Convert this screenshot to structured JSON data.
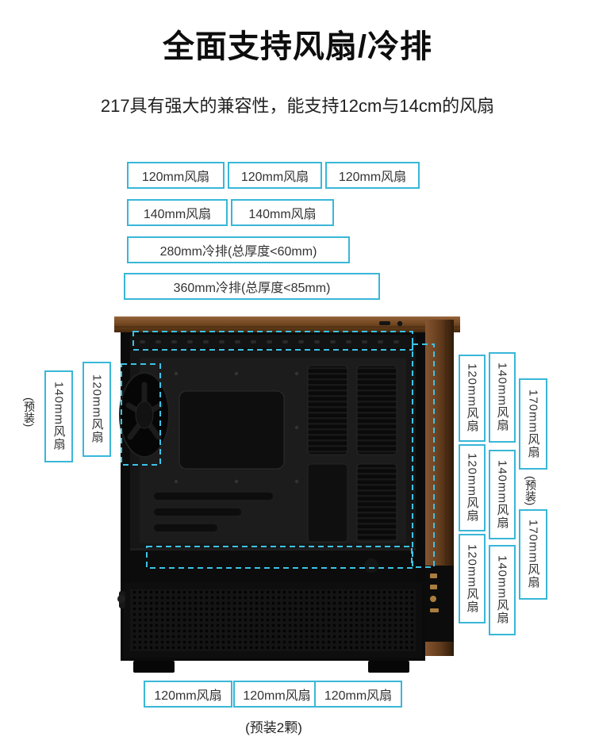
{
  "header": {
    "title": "全面支持风扇/冷排",
    "subtitle": "217具有强大的兼容性，能支持12cm与14cm的风扇"
  },
  "top_area": {
    "row1": [
      "120mm风扇",
      "120mm风扇",
      "120mm风扇"
    ],
    "row2": [
      "140mm风扇",
      "140mm风扇"
    ],
    "row3": "280mm冷排(总厚度<60mm)",
    "row4": "360mm冷排(总厚度<85mm)"
  },
  "left_area": {
    "note": "(预装)",
    "labels": [
      "140mm风扇",
      "120mm风扇"
    ]
  },
  "right_area": {
    "col_120": [
      "120mm风扇",
      "120mm风扇",
      "120mm风扇"
    ],
    "col_140": [
      "140mm风扇",
      "140mm风扇",
      "140mm风扇"
    ],
    "col_170": [
      "170mm风扇",
      "170mm风扇"
    ],
    "note": "(预装)"
  },
  "bottom_area": {
    "labels": [
      "120mm风扇",
      "120mm风扇",
      "120mm风扇"
    ],
    "note": "(预装2颗)"
  },
  "colors": {
    "accent_border": "#39b7d8",
    "overlay_dash": "#3cc3e6",
    "wood": "#6f451f",
    "case_black": "#0b0b0b"
  }
}
